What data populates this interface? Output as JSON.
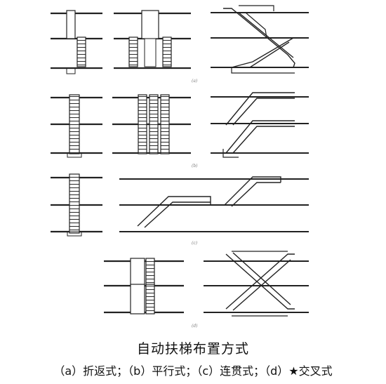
{
  "figure": {
    "caption_title": "自动扶梯布置方式",
    "caption_legend": "（a）折返式；（b）平行式；（c）连贯式；（d）★交叉式",
    "panel_tags": [
      "(a)",
      "(b)",
      "(c)",
      "(d)"
    ]
  }
}
